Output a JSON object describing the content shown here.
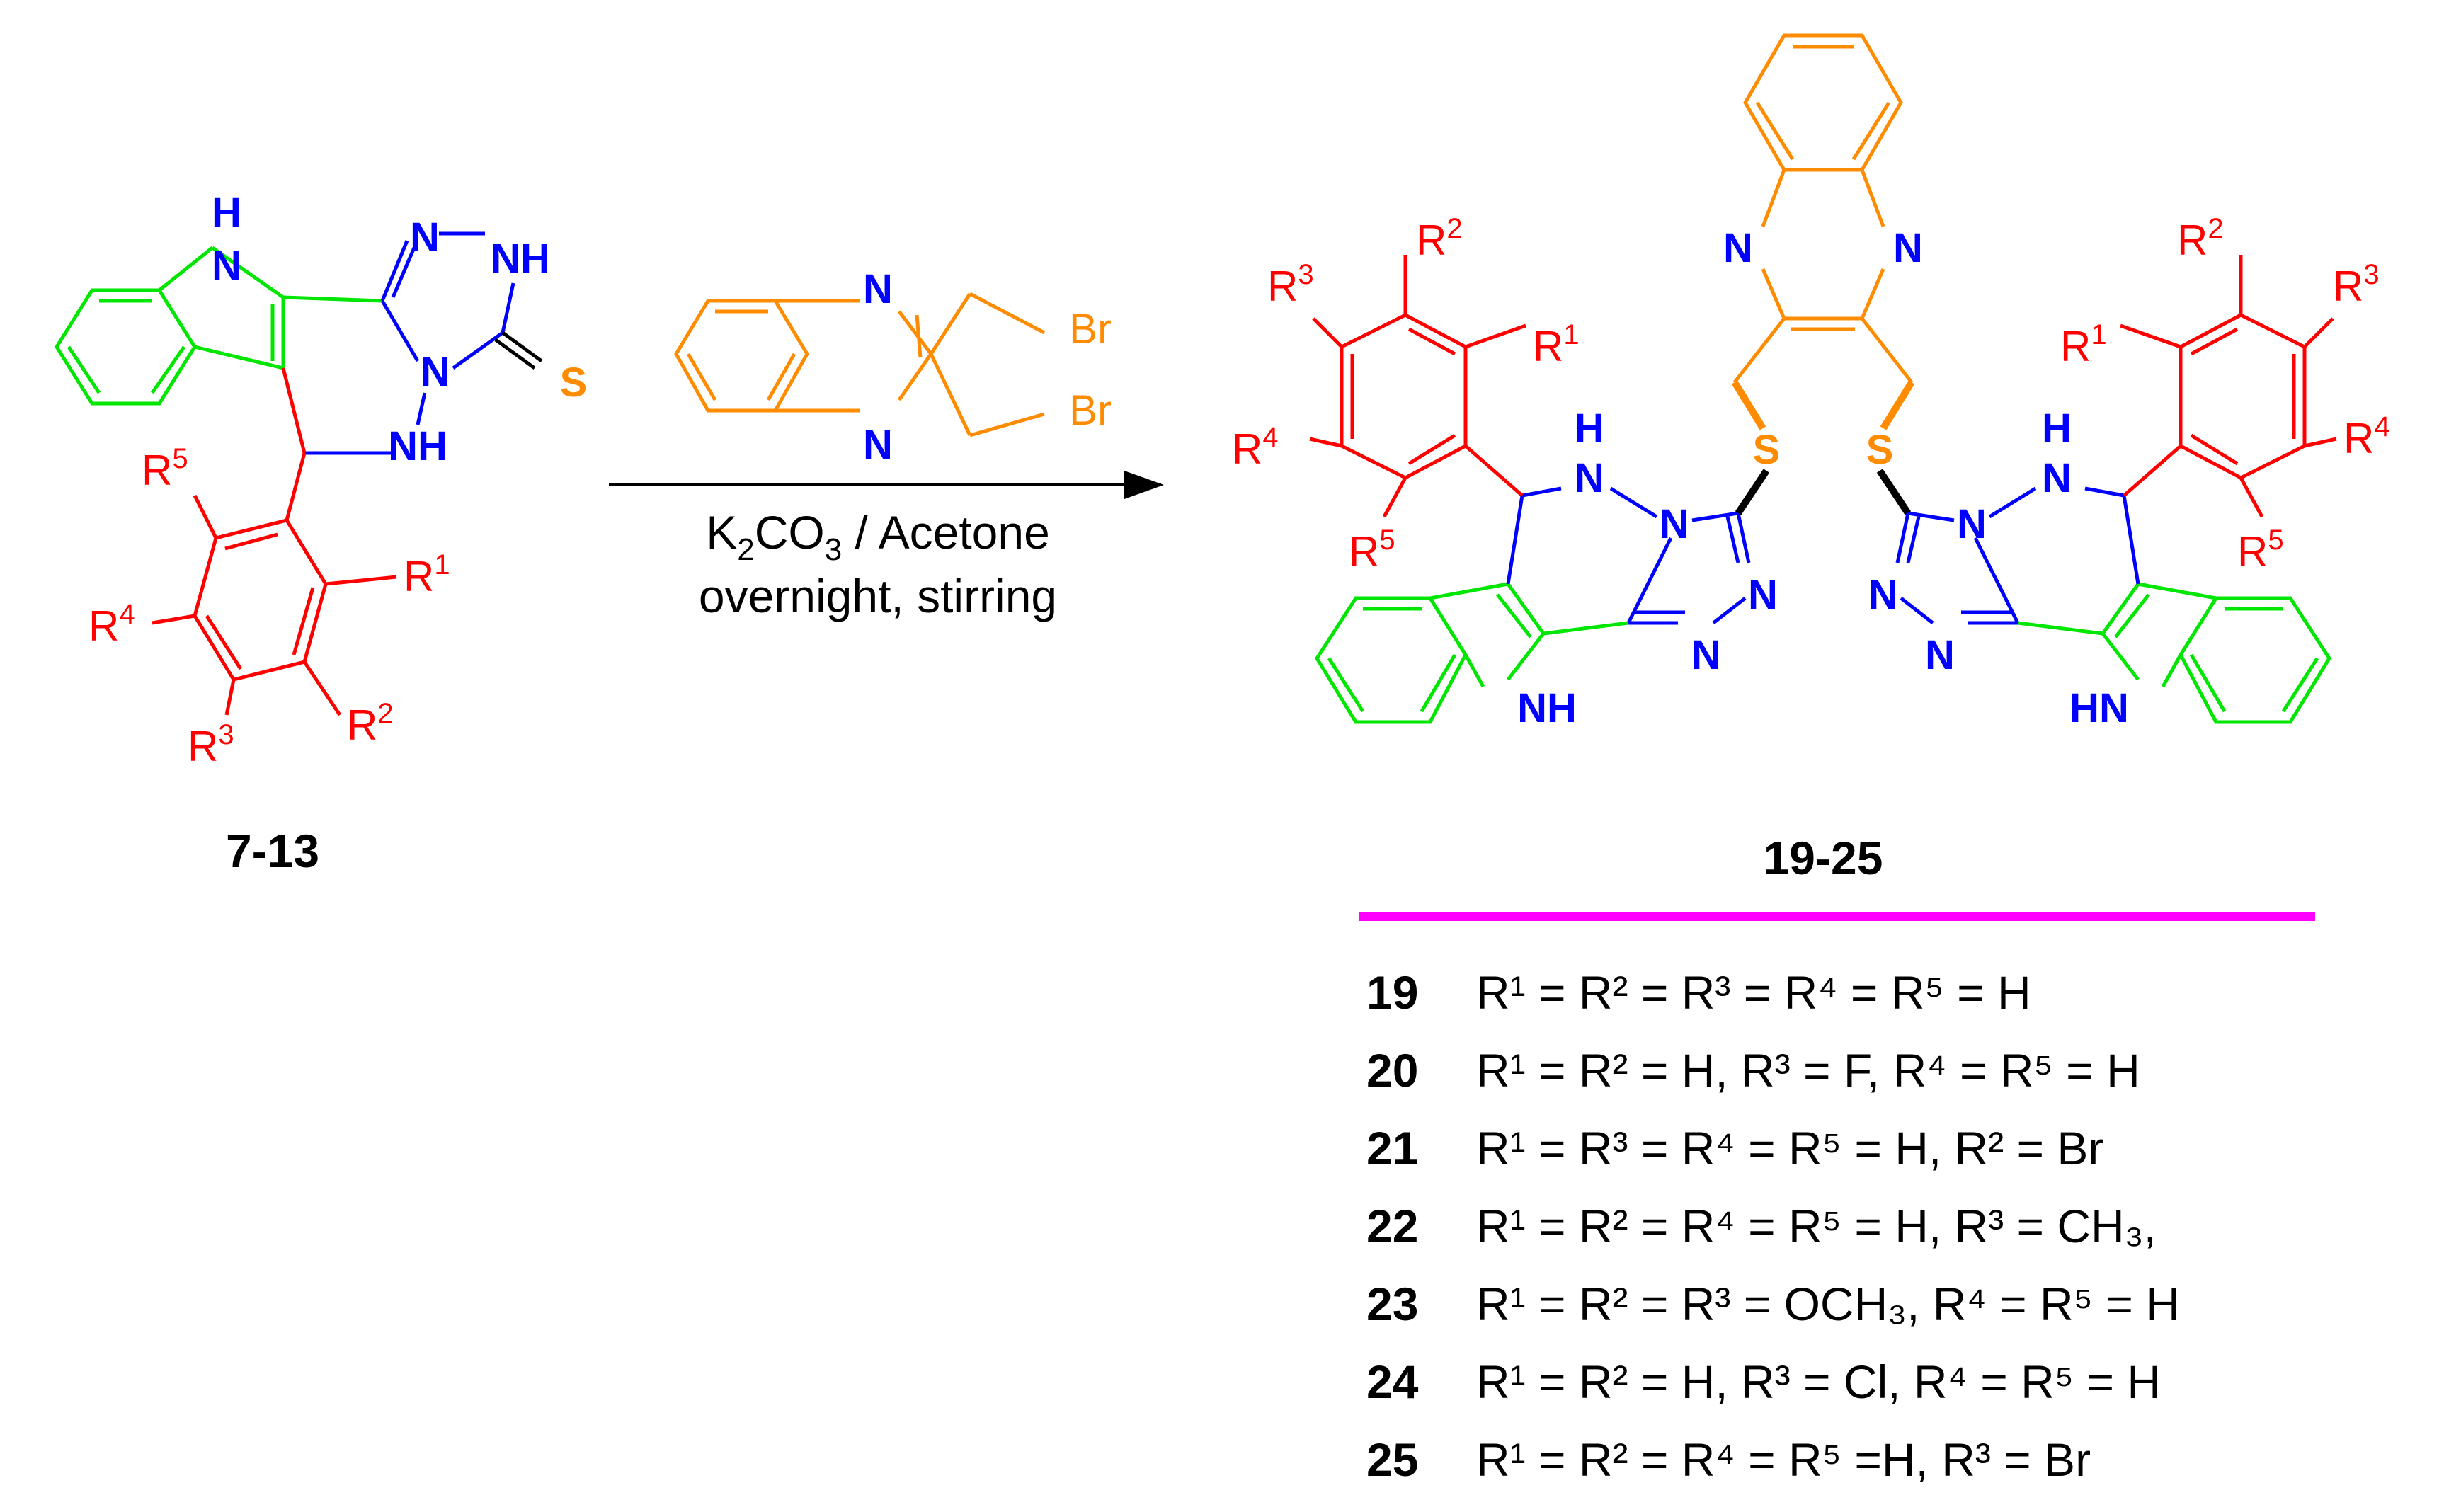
{
  "colors": {
    "indole": "#00e600",
    "aryl": "#ff0000",
    "triazole": "#0000ff",
    "quinoxaline": "#ff8c00",
    "sulfur_bond": "#000000",
    "divider": "#ff00ff",
    "text": "#000000"
  },
  "reactant": {
    "label": "7-13",
    "atoms": {
      "indole_nh": "H",
      "indole_n": "N",
      "triazole_n1": "N",
      "triazole_nh": "NH",
      "triazole_n4": "N",
      "thione_s": "S",
      "amine_nh": "NH"
    },
    "r_groups": {
      "r1": "R",
      "r2": "R",
      "r3": "R",
      "r4": "R",
      "r5": "R"
    }
  },
  "reagent": {
    "atoms": {
      "n_top": "N",
      "n_bottom": "N",
      "br_top": "Br",
      "br_bottom": "Br"
    }
  },
  "conditions": {
    "line1_pre": "K",
    "line1_sub1": "2",
    "line1_mid": "CO",
    "line1_sub2": "3",
    "line1_post": " / Acetone",
    "line2": "overnight, stirring"
  },
  "product": {
    "label": "19-25",
    "atoms": {
      "quin_n_left": "N",
      "quin_n_right": "N",
      "s_left": "S",
      "s_right": "S",
      "nh_left": "H",
      "n_left": "N",
      "nh_right": "H",
      "n_right": "N",
      "tri_n_left": "N",
      "tri_n2_left": "N",
      "tri_n3_left": "N",
      "tri_n_right": "N",
      "tri_n2_right": "N",
      "tri_n3_right": "N",
      "indole_nh_left": "NH",
      "indole_nh_right": "HN"
    }
  },
  "table": [
    {
      "num": "19",
      "text": "R¹ = R² = R³ =  R⁴ =  R⁵ = H"
    },
    {
      "num": "20",
      "text": "R¹ = R² = H, R³ = F,  R⁴ = R⁵ = H"
    },
    {
      "num": "21",
      "text": "R¹ = R³ = R⁴ = R⁵ = H, R² = Br"
    },
    {
      "num": "22",
      "text": "R¹ = R² = R⁴ =  R⁵ = H, R³ = CH₃,"
    },
    {
      "num": "23",
      "text": "R¹ = R² =  R³ = OCH₃, R⁴ =  R⁵ = H"
    },
    {
      "num": "24",
      "text": "R¹ = R² = H, R³ = Cl, R⁴ = R⁵ = H"
    },
    {
      "num": "25",
      "text": "R¹ = R² = R⁴ =  R⁵ =H, R³ = Br"
    }
  ]
}
